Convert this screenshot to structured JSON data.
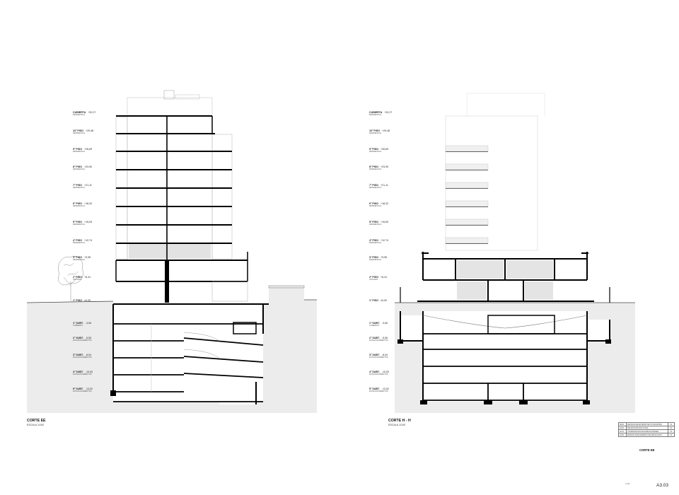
{
  "sections": [
    {
      "id": "ee",
      "title": "CORTE EE",
      "scale": "ESCALA 1/100",
      "levels": [
        {
          "name": "CUBIERTA",
          "cota": "+32,27",
          "use": "RESIDENCIAL"
        },
        {
          "name": "10° PISO",
          "cota": "+29,48",
          "use": "RESIDENCIAL"
        },
        {
          "name": "9° PISO",
          "cota": "+26,69",
          "use": "RESIDENCIAL"
        },
        {
          "name": "8° PISO",
          "cota": "+23,90",
          "use": "RESIDENCIAL"
        },
        {
          "name": "7° PISO",
          "cota": "+21,11",
          "use": "RESIDENCIAL"
        },
        {
          "name": "6° PISO",
          "cota": "+18,32",
          "use": "RESIDENCIAL"
        },
        {
          "name": "5° PISO",
          "cota": "+15,53",
          "use": "RESIDENCIAL"
        },
        {
          "name": "4° PISO",
          "cota": "+12,74",
          "use": "RESIDENCIAL"
        },
        {
          "name": "3° PISO",
          "cota": "+9,95",
          "use": "RESIDENCIAL"
        },
        {
          "name": "2° PISO",
          "cota": "+6,41",
          "use": "OFICINAS"
        },
        {
          "name": "1° PISO",
          "cota": "±0,00",
          "use": ""
        },
        {
          "name": "1° SUBT.",
          "cota": "-3,06",
          "use": "COMERCIO"
        },
        {
          "name": "2° SUBT.",
          "cota": "-5,55",
          "use": "ESTACIONAMIENTOS"
        },
        {
          "name": "3° SUBT.",
          "cota": "-8,04",
          "use": "ESTACIONAMIENTOS"
        },
        {
          "name": "4° SUBT.",
          "cota": "-10,53",
          "use": "ESTACIONAMIENTOS"
        },
        {
          "name": "5° SUBT.",
          "cota": "-13,02",
          "use": "ESTACIONAMIENTOS"
        }
      ]
    },
    {
      "id": "hh",
      "title": "CORTE H - H",
      "scale": "ESCALA 1/100",
      "levels": [
        {
          "name": "CUBIERTA",
          "cota": "+32,27",
          "use": "RESIDENCIAL"
        },
        {
          "name": "10° PISO",
          "cota": "+29,48",
          "use": "RESIDENCIAL"
        },
        {
          "name": "9° PISO",
          "cota": "+26,69",
          "use": "RESIDENCIAL"
        },
        {
          "name": "8° PISO",
          "cota": "+23,90",
          "use": "RESIDENCIAL"
        },
        {
          "name": "7° PISO",
          "cota": "+21,11",
          "use": "RESIDENCIAL"
        },
        {
          "name": "6° PISO",
          "cota": "+18,32",
          "use": "RESIDENCIAL"
        },
        {
          "name": "5° PISO",
          "cota": "+15,53",
          "use": "RESIDENCIAL"
        },
        {
          "name": "4° PISO",
          "cota": "+12,74",
          "use": "RESIDENCIAL"
        },
        {
          "name": "3° PISO",
          "cota": "+9,95",
          "use": "RESIDENCIAL"
        },
        {
          "name": "2° PISO",
          "cota": "+6,41",
          "use": "OFICINAS"
        },
        {
          "name": "1° PISO",
          "cota": "±0,00",
          "use": ""
        },
        {
          "name": "1° SUBT.",
          "cota": "-3,06",
          "use": "COMERCIO"
        },
        {
          "name": "2° SUBT.",
          "cota": "-5,55",
          "use": "ESTACIONAMIENTOS"
        },
        {
          "name": "3° SUBT.",
          "cota": "-8,04",
          "use": "ESTACIONAMIENTOS"
        },
        {
          "name": "4° SUBT.",
          "cota": "-10,53",
          "use": "ESTACIONAMIENTOS"
        },
        {
          "name": "5° SUBT.",
          "cota": "-13,02",
          "use": "ESTACIONAMIENTOS"
        }
      ]
    }
  ],
  "title_block": {
    "revisions": [
      {
        "fecha": "09/24",
        "desc": "REVISION DE ANTEPROYECTO MUNICIPAL",
        "rev": "01"
      },
      {
        "fecha": "10/24",
        "desc": "REVISION ESTRUCTURAL",
        "rev": "02"
      },
      {
        "fecha": "11/24",
        "desc": "COORDINACION DE ESPECIALIDADES",
        "rev": "03"
      },
      {
        "fecha": "12/24",
        "desc": "EMISION PARA PERMISO DE EDIFICACION",
        "rev": "04"
      }
    ],
    "sheet_title": "CORTE EE",
    "ref": "1:100",
    "sheet_number": "A3.03"
  },
  "colors": {
    "line": "#000000",
    "thin": "#9a9a9a",
    "ground": "#ececec",
    "glass": "#dcdcdc"
  }
}
